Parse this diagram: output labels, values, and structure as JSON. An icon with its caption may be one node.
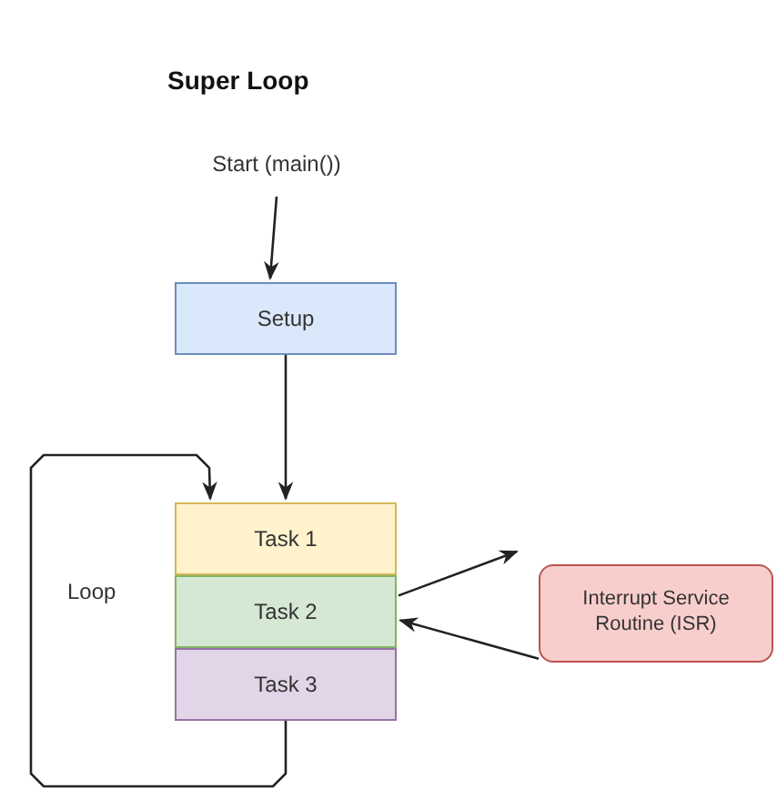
{
  "diagram": {
    "title": "Super Loop",
    "nodes": [
      {
        "text": [
          "Start (main())"
        ]
      },
      {
        "text": [
          "Setup"
        ]
      },
      {
        "text": [
          "Task 1"
        ]
      },
      {
        "text": [
          "Task 2"
        ]
      },
      {
        "text": [
          "Task 3"
        ]
      },
      {
        "text": [
          "Interrupt Service Routine (ISR)"
        ]
      }
    ],
    "edges": [
      {
        "from": 0,
        "to": 1,
        "arrow": "to"
      },
      {
        "from": 1,
        "to": 2,
        "arrow": "to"
      },
      {
        "from": 4,
        "to": 2,
        "arrow": "to"
      },
      {
        "from": 3,
        "to": 5,
        "arrow": "to"
      },
      {
        "from": 5,
        "to": 3,
        "arrow": "to"
      }
    ],
    "labels": [
      "Loop"
    ]
  }
}
